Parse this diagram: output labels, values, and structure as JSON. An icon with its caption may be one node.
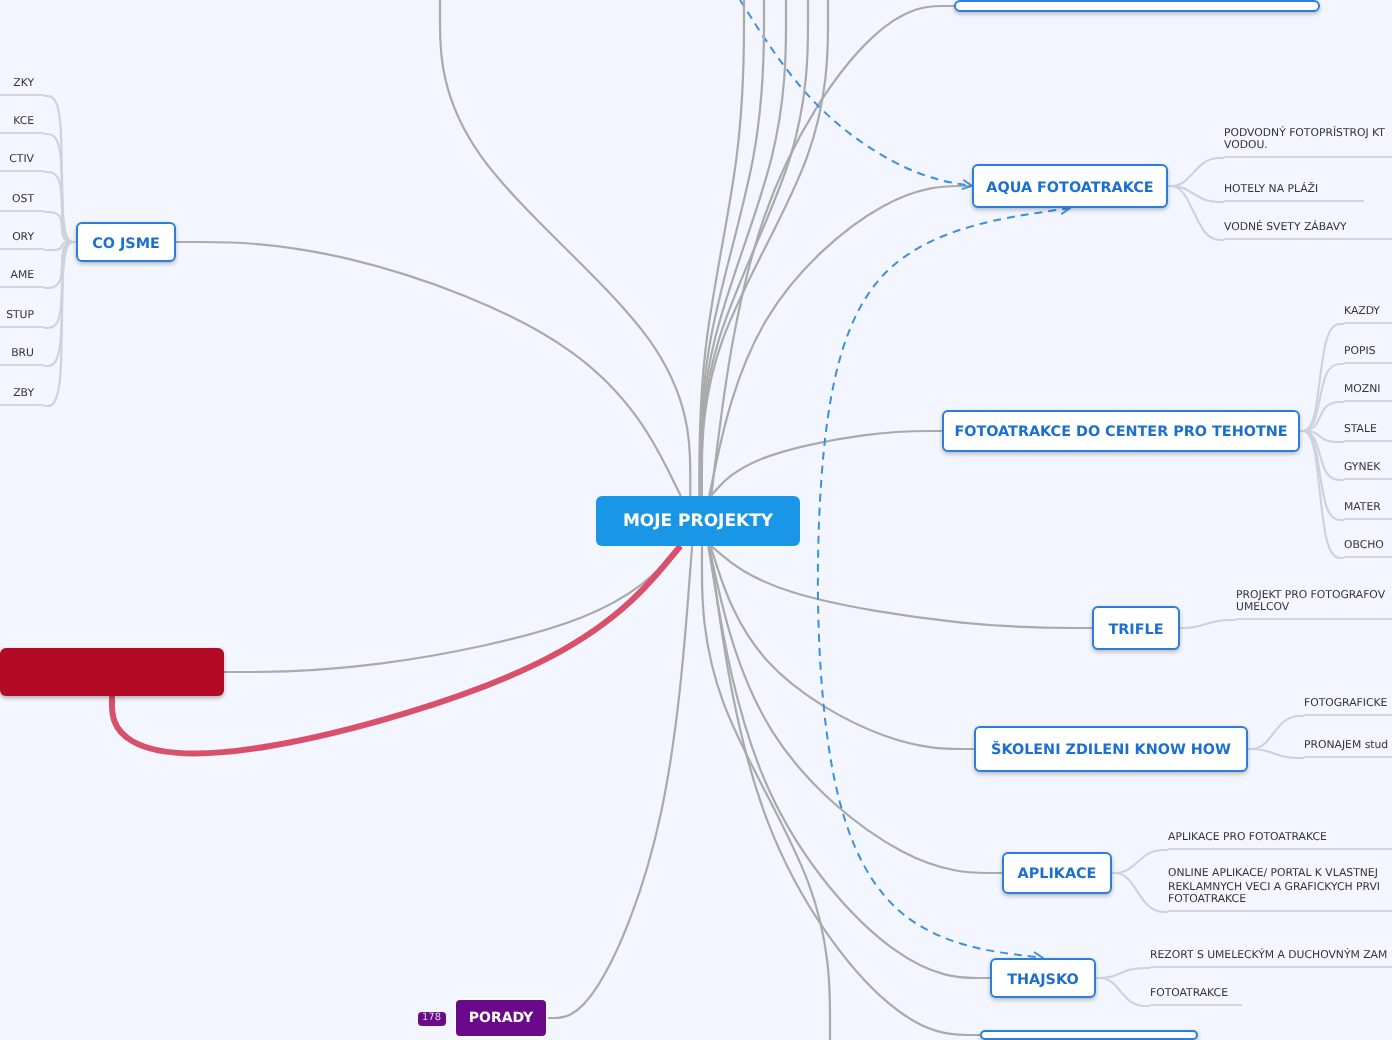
{
  "diagram": {
    "nodes": [
      {
        "text": [
          "MOJE PROJEKTY"
        ]
      },
      {
        "text": [],
        "shape": "box"
      },
      {
        "text": [
          "AQUA FOTOATRAKCE"
        ]
      },
      {
        "text": [
          "FOTOATRAKCE DO CENTER PRO TEHOTNE"
        ]
      },
      {
        "text": [
          "TRIFLE"
        ]
      },
      {
        "text": [
          "ŠKOLENI ZDILENI KNOW HOW"
        ]
      },
      {
        "text": [
          "APLIKACE"
        ]
      },
      {
        "text": [
          "THAJSKO"
        ]
      },
      {
        "text": [],
        "shape": "box"
      },
      {
        "text": [
          "CO JSME"
        ]
      },
      {
        "text": [],
        "shape": "box"
      },
      {
        "text": [
          "PORADY"
        ],
        "beside": [
          "178"
        ]
      },
      {
        "text": [
          "ZKY"
        ]
      },
      {
        "text": [
          "KCE"
        ]
      },
      {
        "text": [
          "CTIV"
        ]
      },
      {
        "text": [
          "OST"
        ]
      },
      {
        "text": [
          "ORY"
        ]
      },
      {
        "text": [
          "AME"
        ]
      },
      {
        "text": [
          "STUP"
        ]
      },
      {
        "text": [
          "BRU"
        ]
      },
      {
        "text": [
          "ZBY"
        ]
      },
      {
        "text": [
          "PODVODNÝ FOTOPRÍSTROJ KT VODOU."
        ]
      },
      {
        "text": [
          "HOTELY NA PLÁŽI"
        ]
      },
      {
        "text": [
          "VODNÉ SVETY ZÁBAVY"
        ]
      },
      {
        "text": [
          "KAZDY"
        ]
      },
      {
        "text": [
          "POPIS"
        ]
      },
      {
        "text": [
          "MOZNI"
        ]
      },
      {
        "text": [
          "STALE"
        ]
      },
      {
        "text": [
          "GYNEK"
        ]
      },
      {
        "text": [
          "MATER"
        ]
      },
      {
        "text": [
          "OBCHO"
        ]
      },
      {
        "text": [
          "PROJEKT PRO FOTOGRAFOV UMELCOV"
        ]
      },
      {
        "text": [
          "FOTOGRAFICKE"
        ]
      },
      {
        "text": [
          "PRONAJEM stud"
        ]
      },
      {
        "text": [
          "APLIKACE PRO FOTOATRAKCE"
        ]
      },
      {
        "text": [
          "ONLINE APLIKACE/ PORTAL K VLASTNEJ REKLAMNYCH VECI A GRAFICKYCH PRVI FOTOATRAKCE"
        ]
      },
      {
        "text": [
          "REZORT S UMELECKÝM A DUCHOVNÝM ZAM"
        ]
      },
      {
        "text": [
          "FOTOATRAKCE"
        ]
      }
    ],
    "edges": [
      {
        "from": 0,
        "to": 1,
        "arrow": "none"
      },
      {
        "from": 0,
        "to": 2,
        "arrow": "none"
      },
      {
        "from": 0,
        "to": 3,
        "arrow": "none"
      },
      {
        "from": 0,
        "to": 4,
        "arrow": "none"
      },
      {
        "from": 0,
        "to": 5,
        "arrow": "none"
      },
      {
        "from": 0,
        "to": 6,
        "arrow": "none"
      },
      {
        "from": 0,
        "to": 7,
        "arrow": "none"
      },
      {
        "from": 0,
        "to": 10,
        "arrow": "none"
      },
      {
        "from": 0,
        "to": 9,
        "arrow": "none"
      },
      {
        "from": 0,
        "to": 8,
        "arrow": "none"
      },
      {
        "from": 0,
        "to": 8,
        "arrow": "none",
        "style": "thick",
        "color": "#d9506a"
      },
      {
        "from": 0,
        "to": 11,
        "arrow": "none"
      },
      {
        "from": 9,
        "to": 12,
        "arrow": "none"
      },
      {
        "from": 9,
        "to": 13,
        "arrow": "none"
      },
      {
        "from": 9,
        "to": 14,
        "arrow": "none"
      },
      {
        "from": 9,
        "to": 15,
        "arrow": "none"
      },
      {
        "from": 9,
        "to": 16,
        "arrow": "none"
      },
      {
        "from": 9,
        "to": 17,
        "arrow": "none"
      },
      {
        "from": 9,
        "to": 18,
        "arrow": "none"
      },
      {
        "from": 9,
        "to": 19,
        "arrow": "none"
      },
      {
        "from": 9,
        "to": 20,
        "arrow": "none"
      },
      {
        "from": 2,
        "to": 21,
        "arrow": "none"
      },
      {
        "from": 2,
        "to": 22,
        "arrow": "none"
      },
      {
        "from": 2,
        "to": 23,
        "arrow": "none"
      },
      {
        "from": 3,
        "to": 24,
        "arrow": "none"
      },
      {
        "from": 3,
        "to": 25,
        "arrow": "none"
      },
      {
        "from": 3,
        "to": 26,
        "arrow": "none"
      },
      {
        "from": 3,
        "to": 27,
        "arrow": "none"
      },
      {
        "from": 3,
        "to": 28,
        "arrow": "none"
      },
      {
        "from": 3,
        "to": 29,
        "arrow": "none"
      },
      {
        "from": 3,
        "to": 30,
        "arrow": "none"
      },
      {
        "from": 4,
        "to": 31,
        "arrow": "none"
      },
      {
        "from": 5,
        "to": 32,
        "arrow": "none"
      },
      {
        "from": 5,
        "to": 33,
        "arrow": "none"
      },
      {
        "from": 6,
        "to": 34,
        "arrow": "none"
      },
      {
        "from": 6,
        "to": 35,
        "arrow": "none"
      },
      {
        "from": 7,
        "to": 36,
        "arrow": "none"
      },
      {
        "from": 7,
        "to": 37,
        "arrow": "none"
      },
      {
        "from": null,
        "to": 2,
        "arrow": "to",
        "style": "dashed",
        "color": "#3d8fe0"
      },
      {
        "from": 2,
        "to": 7,
        "arrow": "both",
        "style": "dashed",
        "color": "#3d8fe0"
      },
      {
        "from": 0,
        "to": null,
        "arrow": "none"
      },
      {
        "from": 0,
        "to": null,
        "arrow": "none"
      },
      {
        "from": 0,
        "to": null,
        "arrow": "none"
      },
      {
        "from": 0,
        "to": null,
        "arrow": "none"
      },
      {
        "from": 0,
        "to": null,
        "arrow": "none"
      },
      {
        "from": 0,
        "to": null,
        "arrow": "none"
      },
      {
        "from": 0,
        "to": null,
        "arrow": "none"
      }
    ]
  }
}
